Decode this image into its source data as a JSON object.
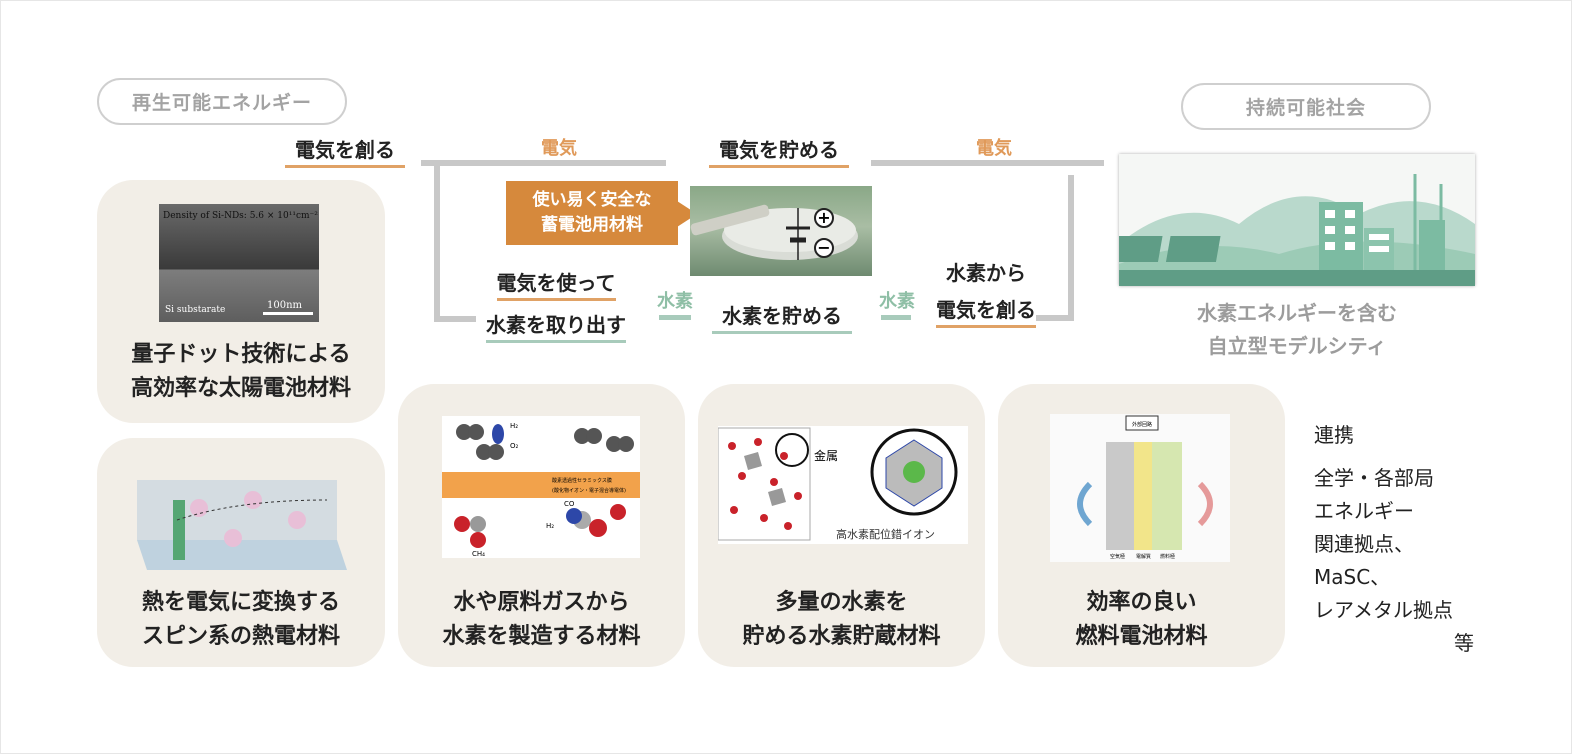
{
  "headers": {
    "renewable": "再生可能エネルギー",
    "sustainable": "持続可能社会"
  },
  "flow": {
    "create_electricity": "電気を創る",
    "electricity_label_1": "電気",
    "store_electricity": "電気を貯める",
    "electricity_label_2": "電気",
    "callout_line1": "使い易く安全な",
    "callout_line2": "蓄電池用材料",
    "extract_line1": "電気を使って",
    "extract_line2": "水素を取り出す",
    "hydrogen_label_1": "水素",
    "store_hydrogen": "水素を貯める",
    "hydrogen_label_2": "水素",
    "from_h2_line1": "水素から",
    "from_h2_line2": "電気を創る"
  },
  "city": {
    "line1": "水素エネルギーを含む",
    "line2": "自立型モデルシティ"
  },
  "cards": {
    "solar": {
      "line1": "量子ドット技術による",
      "line2": "高効率な太陽電池材料",
      "img_text_top": "Density of Si-NDs: 5.6 × 10¹¹cm⁻²",
      "img_text_bl": "Si substarate",
      "img_text_scale": "100nm"
    },
    "spin": {
      "line1": "熱を電気に変換する",
      "line2": "スピン系の熱電材料"
    },
    "hydrogen_make": {
      "line1": "水や原料ガスから",
      "line2": "水素を製造する材料",
      "img_h2": "H₂",
      "img_o2": "O₂",
      "img_co": "CO",
      "img_h2b": "H₂",
      "img_ch4": "CH₄",
      "img_layer_1": "酸素透過性セラミックス膜",
      "img_layer_2": "(酸化物イオン・電子混合導電体)"
    },
    "hydrogen_store": {
      "line1": "多量の水素を",
      "line2": "貯める水素貯蔵材料",
      "img_metal": "金属",
      "img_complex": "高水素配位錯イオン"
    },
    "fuel_cell": {
      "line1": "効率の良い",
      "line2": "燃料電池材料",
      "img_top": "外部回路",
      "img_air": "空気極",
      "img_elec": "電解質",
      "img_fuel": "燃料極"
    }
  },
  "collab": {
    "title": "連携",
    "line1": "全学・各部局",
    "line2": "エネルギー",
    "line3": "関連拠点、",
    "line4": "MaSC、",
    "line5": "レアメタル拠点",
    "line6": "等"
  },
  "colors": {
    "orange": "#e09a5a",
    "green": "#8fbfa6",
    "card_bg": "#f2eee7",
    "callout": "#d6893c",
    "city_green": "#7cbba2"
  }
}
